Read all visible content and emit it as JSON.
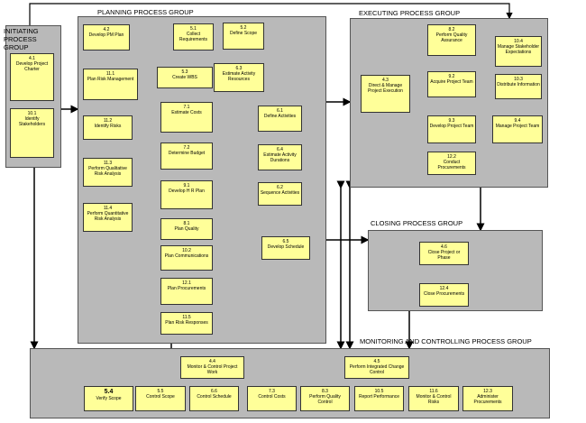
{
  "groups": {
    "initiating": "INITIATING PROCESS GROUP",
    "planning": "PLANNING PROCESS GROUP",
    "executing": "EXECUTING PROCESS GROUP",
    "closing": "CLOSING PROCESS GROUP",
    "monitoring": "MONITORING AND CONTROLLING PROCESS GROUP"
  },
  "processes": {
    "p4_1": {
      "num": "4.1",
      "label": "Develop Project Charter"
    },
    "p10_1": {
      "num": "10.1",
      "label": "Identify Stakeholders"
    },
    "p4_2": {
      "num": "4.2",
      "label": "Develop PM Plan"
    },
    "p5_1": {
      "num": "5.1",
      "label": "Collect Requirements"
    },
    "p5_2": {
      "num": "5.2",
      "label": "Define Scope"
    },
    "p5_3": {
      "num": "5.3",
      "label": "Create WBS"
    },
    "p6_3": {
      "num": "6.3",
      "label": "Estimate Activity Resources"
    },
    "p11_1": {
      "num": "11.1",
      "label": "Plan Risk Management"
    },
    "p11_2": {
      "num": "11.2",
      "label": "Identify Risks"
    },
    "p11_3": {
      "num": "11.3",
      "label": "Perform Qualitative Risk Analysis"
    },
    "p11_4": {
      "num": "11.4",
      "label": "Perform Quantitative Risk Analysis"
    },
    "p7_1": {
      "num": "7.1",
      "label": "Estimate Costs"
    },
    "p7_2": {
      "num": "7.2",
      "label": "Determine Budget"
    },
    "p6_1": {
      "num": "6.1",
      "label": "Define Activities"
    },
    "p6_4": {
      "num": "6.4",
      "label": "Estimate Activity Durations"
    },
    "p6_2": {
      "num": "6.2",
      "label": "Sequence Activities"
    },
    "p9_1": {
      "num": "9.1",
      "label": "Develop H R Plan"
    },
    "p8_1": {
      "num": "8.1",
      "label": "Plan Quality"
    },
    "p10_2": {
      "num": "10.2",
      "label": "Plan Communications"
    },
    "p12_1": {
      "num": "12.1",
      "label": "Plan Procurements"
    },
    "p11_5": {
      "num": "11.5",
      "label": "Plan Risk Responses"
    },
    "p6_5": {
      "num": "6.5",
      "label": "Develop Schedule"
    },
    "p4_3": {
      "num": "4.3",
      "label": "Direct & Manage Project Execution"
    },
    "p8_2": {
      "num": "8.2",
      "label": "Perform Quality Assurance"
    },
    "p9_2": {
      "num": "9.2",
      "label": "Acquire Project Team"
    },
    "p9_3": {
      "num": "9.3",
      "label": "Develop Project Team"
    },
    "p12_2": {
      "num": "12.2",
      "label": "Conduct Procurements"
    },
    "p10_4": {
      "num": "10.4",
      "label": "Manage Stakeholder Expectations"
    },
    "p10_3": {
      "num": "10.3",
      "label": "Distribute Information"
    },
    "p9_4": {
      "num": "9.4",
      "label": "Manage Project Team"
    },
    "p4_6": {
      "num": "4.6",
      "label": "Close Project or Phase"
    },
    "p12_4": {
      "num": "12.4",
      "label": "Close Procurements"
    },
    "p4_4": {
      "num": "4.4",
      "label": "Monitor & Control Project Work"
    },
    "p4_5": {
      "num": "4.5",
      "label": "Perform Integrated Change Control"
    },
    "p5_4": {
      "num": "5.4",
      "label": "Verify Scope"
    },
    "p5_5": {
      "num": "5.5",
      "label": "Control Scope"
    },
    "p6_6": {
      "num": "6.6",
      "label": "Control Schedule"
    },
    "p7_3": {
      "num": "7.3",
      "label": "Control Costs"
    },
    "p8_3": {
      "num": "8.3",
      "label": "Perform Quality Control"
    },
    "p10_5": {
      "num": "10.5",
      "label": "Report Performance"
    },
    "p11_6": {
      "num": "11.6",
      "label": "Monitor & Control Risks"
    },
    "p12_3": {
      "num": "12.3",
      "label": "Administer Procurements"
    }
  }
}
